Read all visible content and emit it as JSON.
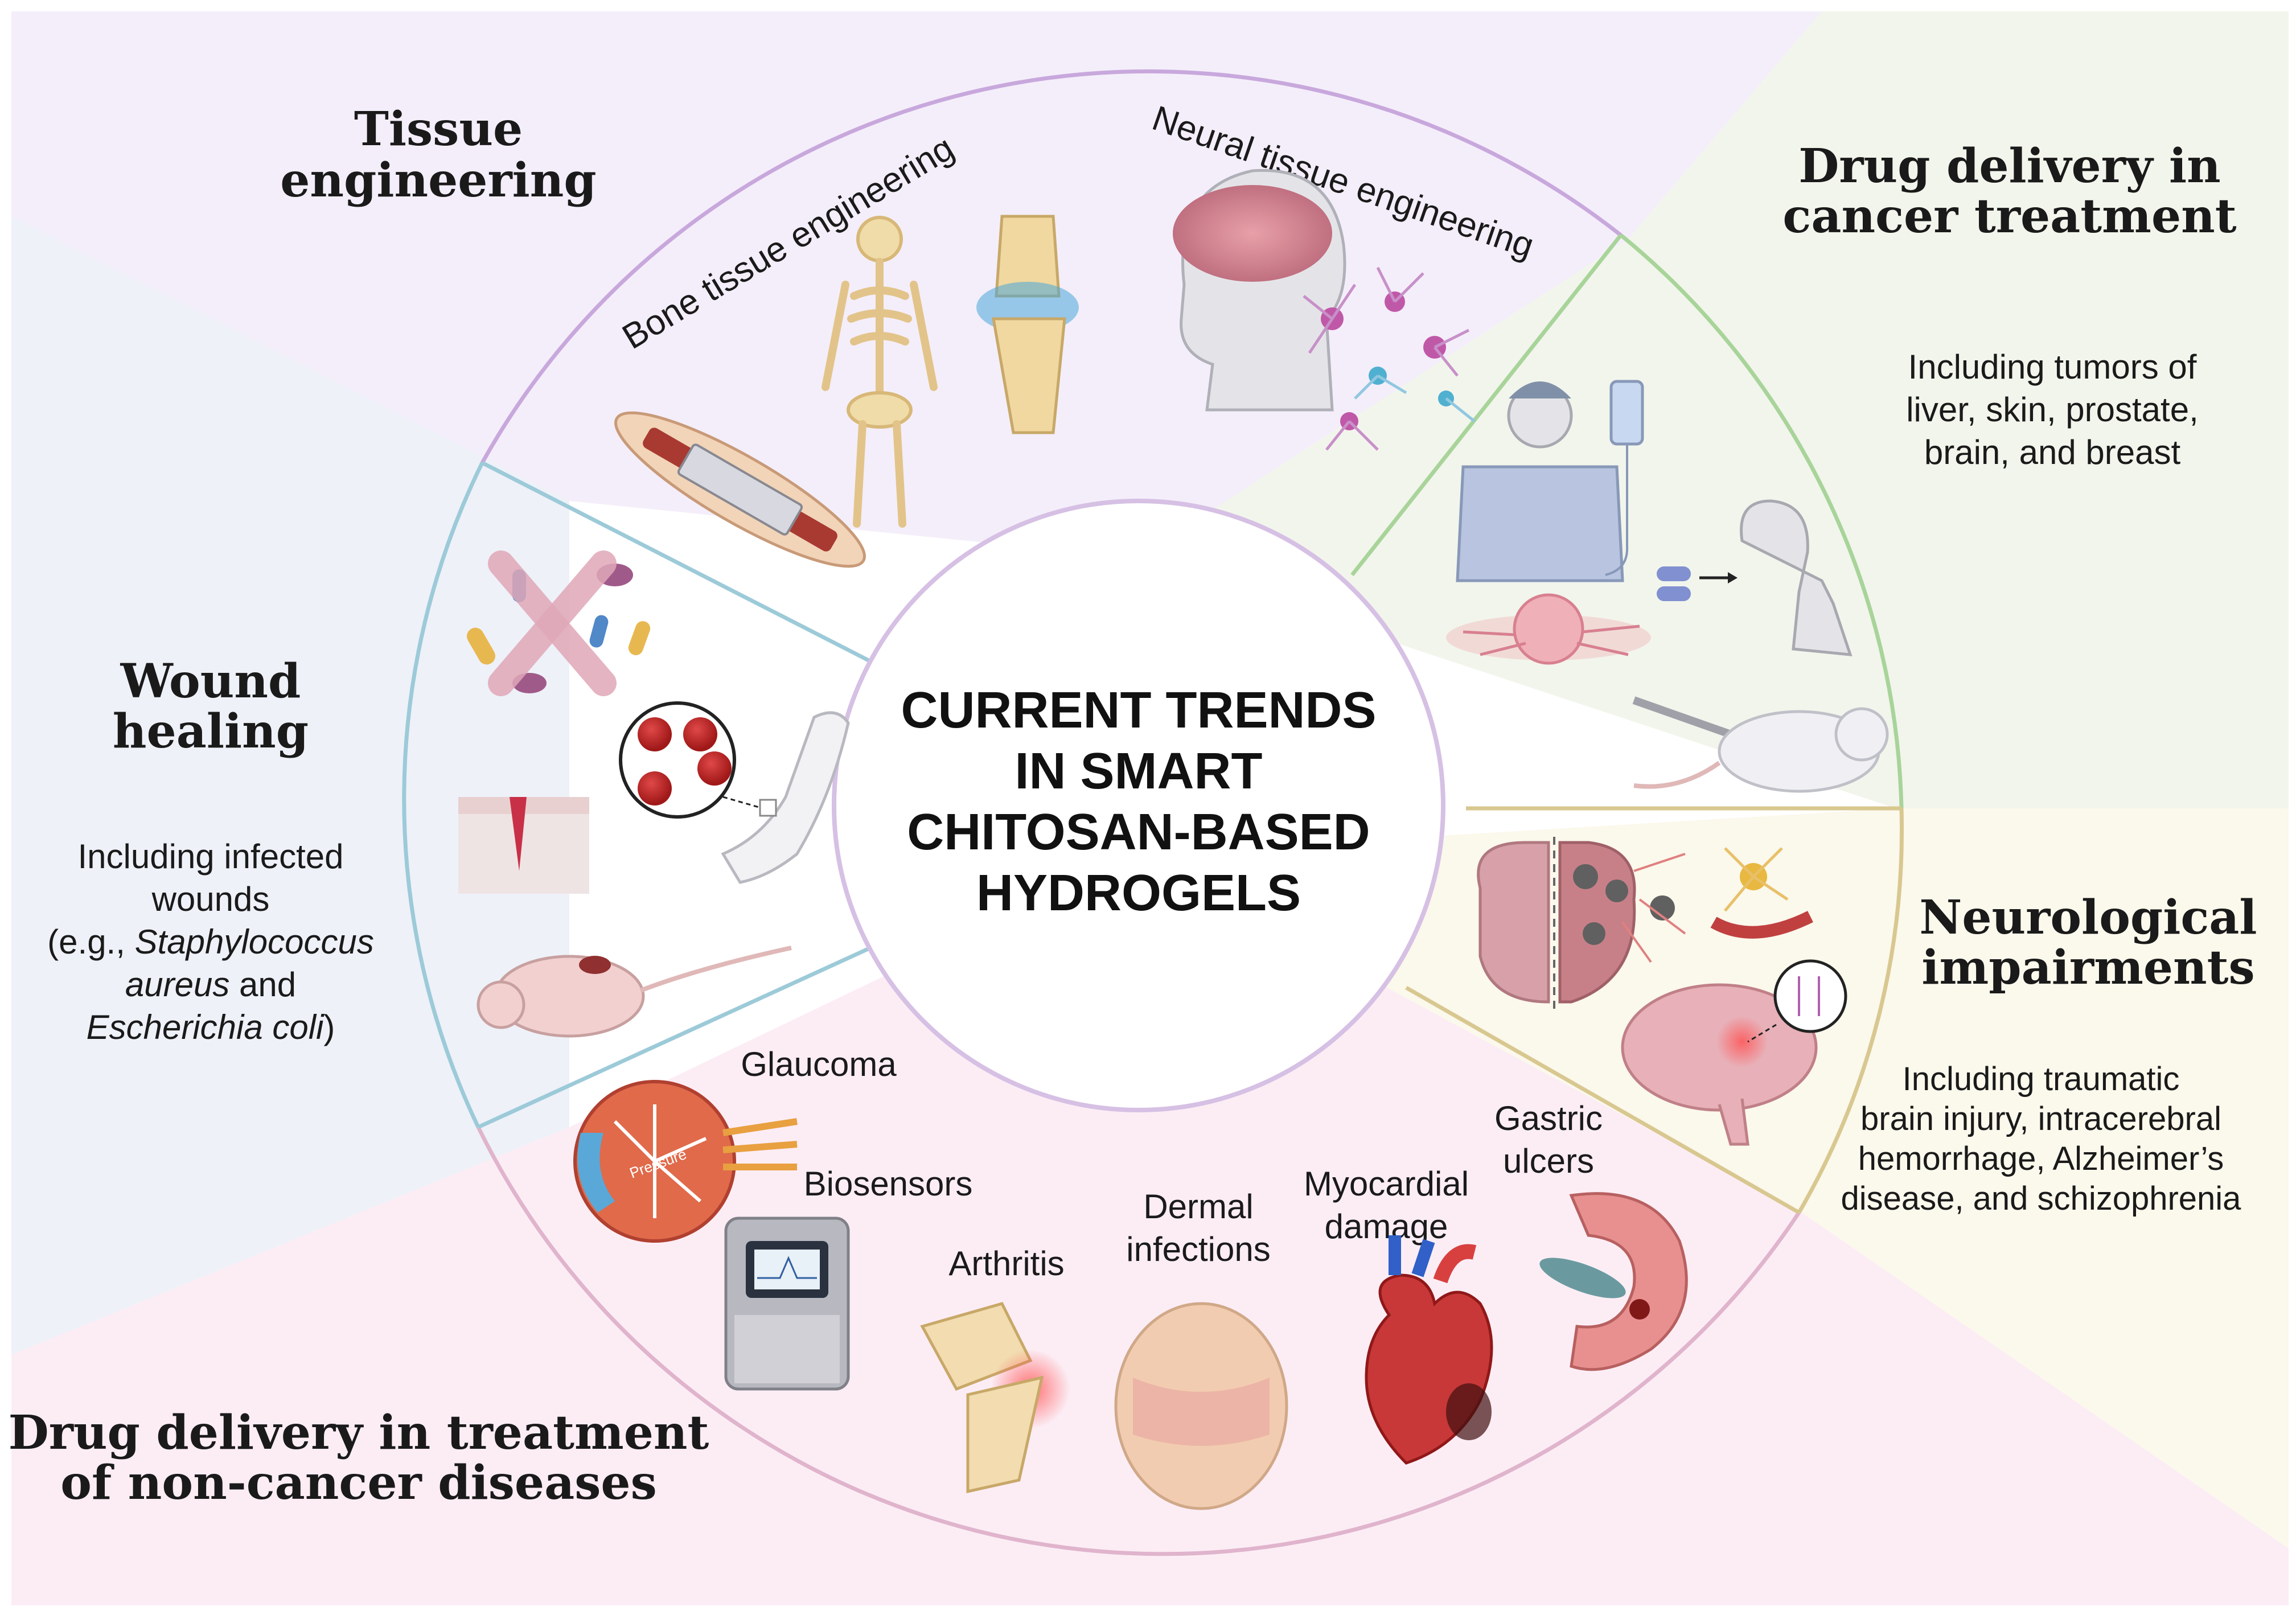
{
  "center": {
    "lines": [
      "CURRENT TRENDS",
      "IN SMART",
      "CHITOSAN-BASED",
      "HYDROGELS"
    ]
  },
  "sections": {
    "tissue": {
      "title": [
        "Tissue",
        "engineering"
      ],
      "labels": {
        "bone": "Bone tissue engineering",
        "neural": "Neural tissue engineering"
      },
      "color": "#c8a8dc"
    },
    "cancer": {
      "title": [
        "Drug delivery in",
        "cancer treatment"
      ],
      "desc": [
        "Including tumors of",
        "liver, skin, prostate,",
        "brain, and breast"
      ],
      "color": "#a8d49a"
    },
    "neuro": {
      "title": [
        "Neurological",
        "impairments"
      ],
      "desc": [
        "Including traumatic",
        "brain injury, intracerebral",
        "hemorrhage, Alzheimer’s",
        "disease, and schizophrenia"
      ],
      "color": "#d8c890"
    },
    "noncancer": {
      "title": [
        "Drug delivery in treatment",
        "of non-cancer diseases"
      ],
      "labels": {
        "glaucoma": "Glaucoma",
        "biosensors": "Biosensors",
        "arthritis": "Arthritis",
        "dermal": [
          "Dermal",
          "infections"
        ],
        "myocardial": [
          "Myocardial",
          "damage"
        ],
        "gastric": [
          "Gastric",
          "ulcers"
        ]
      },
      "color": "#e0b4cc"
    },
    "wound": {
      "title": [
        "Wound",
        "healing"
      ],
      "desc": {
        "line1": "Including infected",
        "line2": "wounds",
        "line3a": "(e.g., ",
        "line3b": "Staphylococcus",
        "line4a": "aureus",
        "line4b": " and",
        "line5a": "Escherichia coli",
        "line5b": ")"
      },
      "color": "#9ccad8"
    }
  },
  "icons": {
    "pressure_label": "Pressure"
  }
}
